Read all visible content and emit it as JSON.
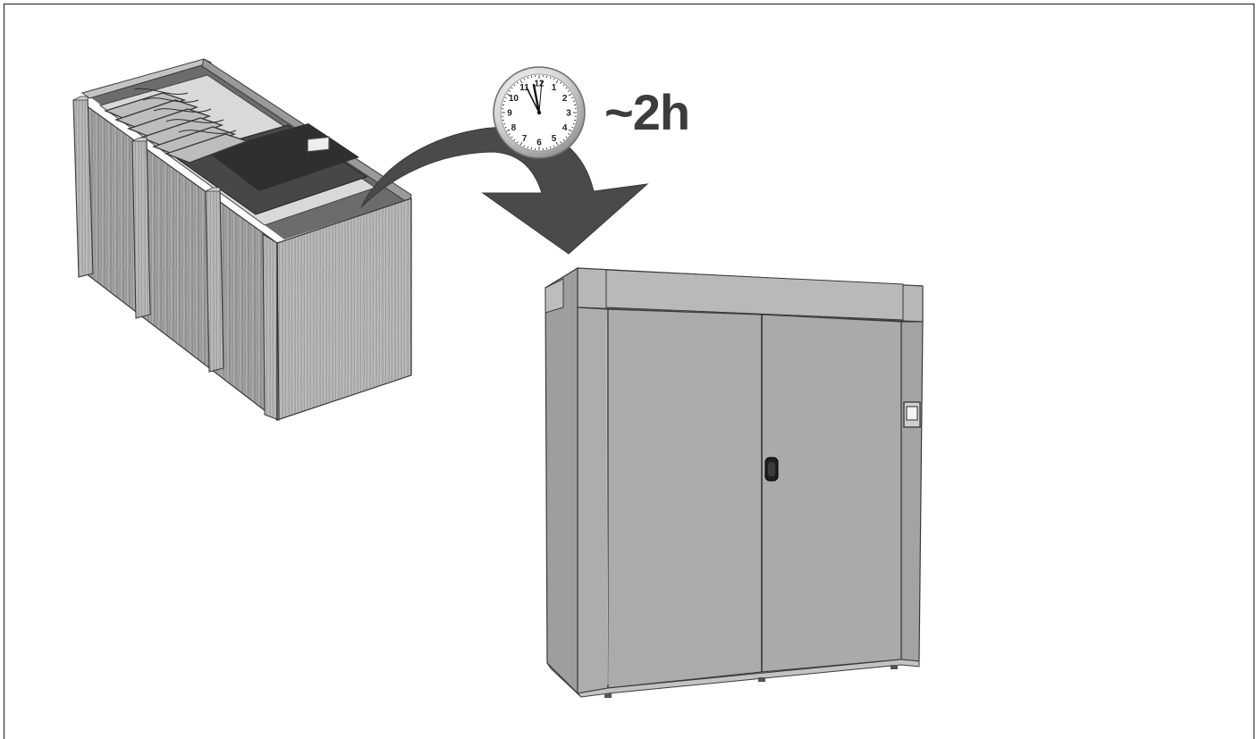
{
  "duration": "~2h",
  "clock": {
    "numerals": [
      "12",
      "1",
      "2",
      "3",
      "4",
      "5",
      "6",
      "7",
      "8",
      "9",
      "10",
      "11"
    ]
  },
  "icons": {
    "crate": "shipping-crate-icon",
    "clock": "clock-icon",
    "arrow": "curved-arrow-icon",
    "cabinet": "installed-cabinet-icon"
  }
}
